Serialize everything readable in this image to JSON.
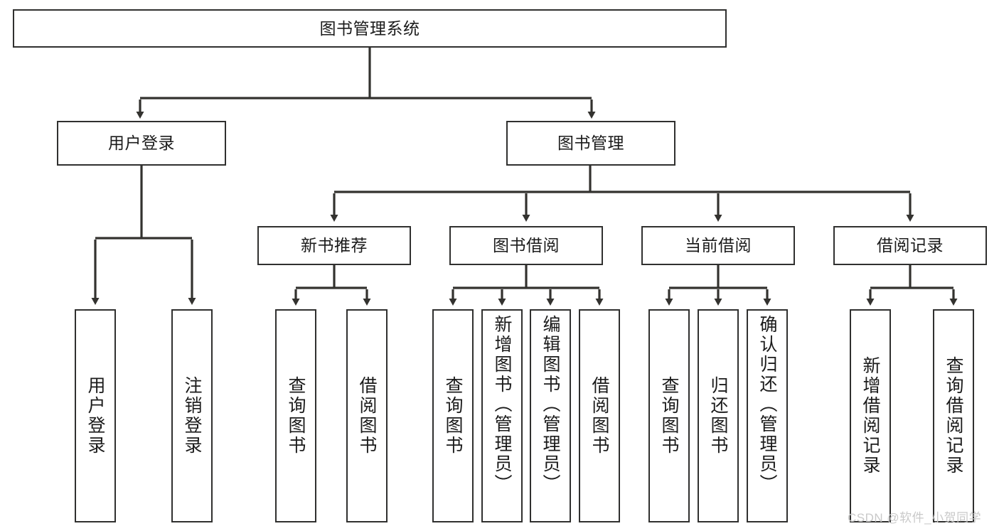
{
  "diagram": {
    "type": "tree-hierarchy",
    "title": "图书管理系统",
    "watermark": "CSDN @软件_小贺同学",
    "colors": {
      "box_border": "#30302f",
      "box_fill": "#ffffff",
      "connector": "#33322f",
      "text": "#1b1b1b",
      "watermark": "#c9c9c9",
      "background": "#ffffff"
    },
    "nodes": {
      "root": {
        "label": "图书管理系统"
      },
      "level2": [
        {
          "id": "user-login",
          "label": "用户登录"
        },
        {
          "id": "book-management",
          "label": "图书管理"
        }
      ],
      "level3": [
        {
          "id": "new-book-recommend",
          "label": "新书推荐"
        },
        {
          "id": "book-borrow",
          "label": "图书借阅"
        },
        {
          "id": "current-borrow",
          "label": "当前借阅"
        },
        {
          "id": "borrow-record",
          "label": "借阅记录"
        }
      ],
      "leaves": {
        "user_login": [
          {
            "id": "leaf-user-login",
            "label": "用户登录"
          },
          {
            "id": "leaf-logout",
            "label": "注销登录"
          }
        ],
        "new_book_recommend": [
          {
            "id": "leaf-query-book-1",
            "label": "查询图书"
          },
          {
            "id": "leaf-borrow-book-1",
            "label": "借阅图书"
          }
        ],
        "book_borrow": [
          {
            "id": "leaf-query-book-2",
            "label": "查询图书"
          },
          {
            "id": "leaf-add-book",
            "label": "新增图书（管理员）"
          },
          {
            "id": "leaf-edit-book",
            "label": "编辑图书（管理员）"
          },
          {
            "id": "leaf-borrow-book-2",
            "label": "借阅图书"
          }
        ],
        "current_borrow": [
          {
            "id": "leaf-query-book-3",
            "label": "查询图书"
          },
          {
            "id": "leaf-return-book",
            "label": "归还图书"
          },
          {
            "id": "leaf-confirm-return",
            "label": "确认归还（管理员）"
          }
        ],
        "borrow_record": [
          {
            "id": "leaf-add-record",
            "label": "新增借阅记录"
          },
          {
            "id": "leaf-query-record",
            "label": "查询借阅记录"
          }
        ]
      }
    }
  }
}
